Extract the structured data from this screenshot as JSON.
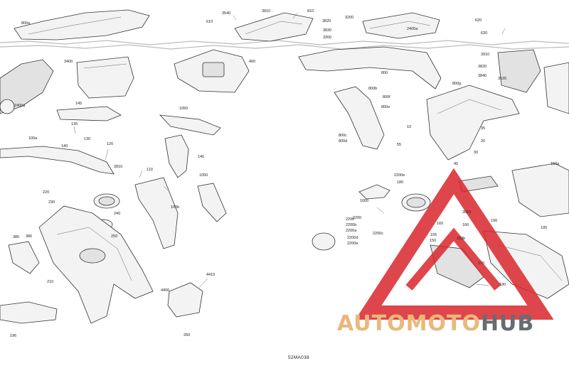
{
  "diagram": {
    "reference_code": "52MA038",
    "watermark": {
      "word_a": "AUTOMOTO",
      "word_b": "HUB"
    },
    "colors": {
      "watermark_red": "#d9262b",
      "watermark_orange": "#e9b87c",
      "watermark_gray": "#666c73"
    },
    "callouts": [
      "800a",
      "3540",
      "610",
      "3810",
      "810",
      "3820",
      "3200",
      "620",
      "630",
      "3830",
      "3300",
      "2400a",
      "3910",
      "3400",
      "400",
      "3820",
      "3840",
      "800",
      "800b",
      "3620",
      "800f",
      "800e",
      "2400a",
      "145",
      "135",
      "130",
      "1050",
      "800g",
      "800c",
      "800d",
      "10",
      "35",
      "55",
      "20",
      "30",
      "40",
      "100a",
      "140",
      "120",
      "2810",
      "110",
      "146",
      "1050",
      "100b",
      "150a",
      "220",
      "230",
      "240",
      "250",
      "2200e",
      "2200",
      "2200b",
      "2200a",
      "2200c",
      "2200d",
      "2200e",
      "1000",
      "180",
      "190",
      "195",
      "380",
      "386",
      "210",
      "4410",
      "4400",
      "2200",
      "3010",
      "160",
      "166",
      "150b",
      "170",
      "190",
      "260",
      "156",
      "150",
      "196"
    ]
  }
}
